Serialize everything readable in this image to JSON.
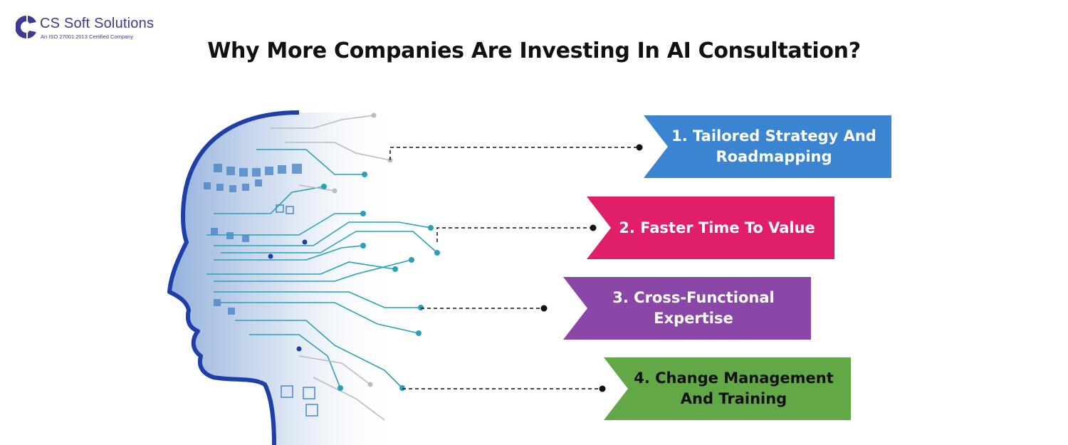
{
  "brand": {
    "name": "CS Soft Solutions",
    "tagline": "An ISO 27001:2013 Certified Company",
    "logo_icon": "cs-logo-icon",
    "color": "#3d3a8f"
  },
  "title": "Why More Companies Are Investing In AI Consultation?",
  "items": [
    {
      "label": "1. Tailored Strategy And Roadmapping",
      "color": "#3a84d1"
    },
    {
      "label": "2. Faster Time To Value",
      "color": "#e01e69"
    },
    {
      "label": "3. Cross-Functional Expertise",
      "color": "#8b47a8"
    },
    {
      "label": "4. Change Management And Training",
      "color": "#62a846"
    }
  ],
  "illustration": "ai-head-circuit-icon"
}
